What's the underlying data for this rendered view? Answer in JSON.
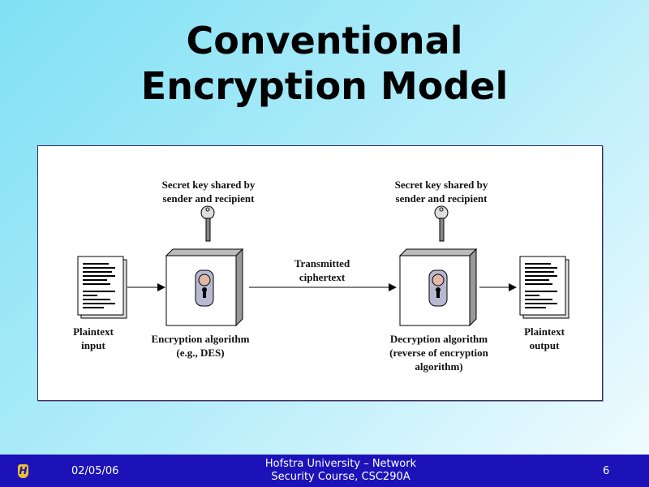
{
  "slide": {
    "title_line1": "Conventional",
    "title_line2": "Encryption Model"
  },
  "diagram": {
    "key_label_left": [
      "Secret key shared by",
      "sender and recipient"
    ],
    "key_label_right": [
      "Secret key shared by",
      "sender and recipient"
    ],
    "plaintext_input": [
      "Plaintext",
      "input"
    ],
    "encryption": [
      "Encryption algorithm",
      "(e.g., DES)"
    ],
    "transmitted": [
      "Transmitted",
      "ciphertext"
    ],
    "decryption": [
      "Decryption algorithm",
      "(reverse of encryption",
      "algorithm)"
    ],
    "plaintext_output": [
      "Plaintext",
      "output"
    ]
  },
  "footer": {
    "date": "02/05/06",
    "course_line1": "Hofstra University – Network",
    "course_line2": "Security Course, CSC290A",
    "page": "6"
  }
}
